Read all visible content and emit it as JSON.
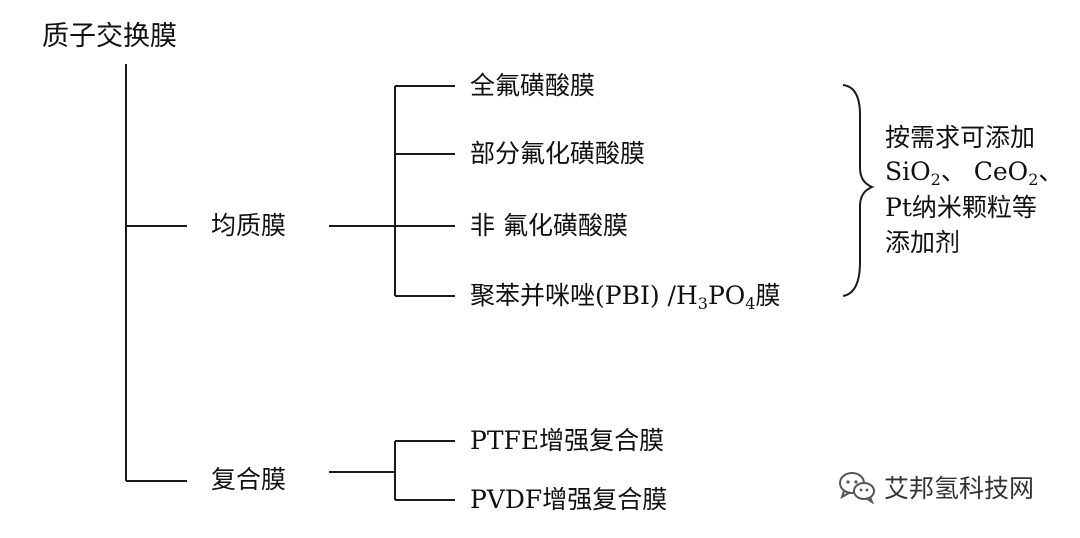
{
  "root": {
    "label": "质子交换膜"
  },
  "branches": [
    {
      "label": "均质膜",
      "children": [
        "全氟磺酸膜",
        "部分氟化磺酸膜",
        "非 氟化磺酸膜",
        {
          "prefix": "聚苯并咪唑(PBI) /H",
          "sub1": "3",
          "mid": "PO",
          "sub2": "4",
          "suffix": "膜"
        }
      ],
      "note": {
        "line1": "按需求可添加",
        "line2": {
          "a": "SiO",
          "a_sub": "2",
          "sep": "、 CeO",
          "b_sub": "2",
          "end": "、"
        },
        "line3": "Pt纳米颗粒等",
        "line4": "添加剂"
      }
    },
    {
      "label": "复合膜",
      "children": [
        "PTFE增强复合膜",
        "PVDF增强复合膜"
      ]
    }
  ],
  "watermark": {
    "text": "艾邦氢科技网",
    "icon": "wechat-icon"
  },
  "colors": {
    "line": "#1a1a1a",
    "text": "#111111",
    "background": "#ffffff"
  }
}
